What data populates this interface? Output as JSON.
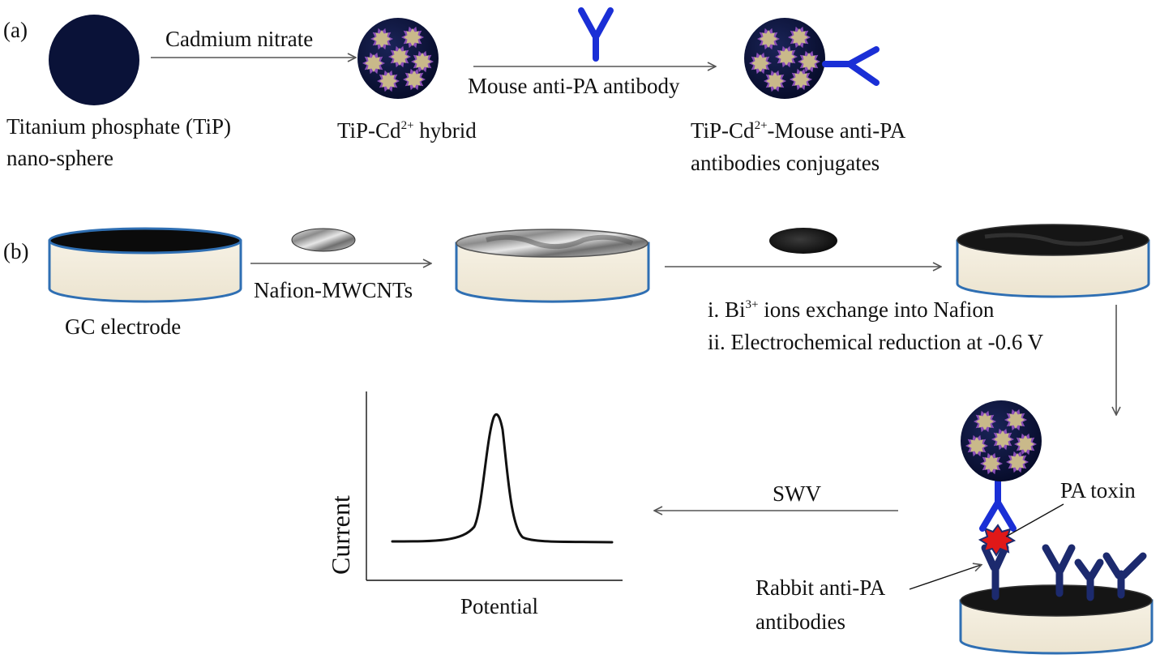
{
  "panel_a": {
    "label": "(a)",
    "sphere_label_line1": "Titanium phosphate (TiP)",
    "sphere_label_line2": "nano-sphere",
    "step1_label": "Cadmium nitrate",
    "hybrid_label_main": "TiP-Cd",
    "hybrid_label_sup": "2+",
    "hybrid_label_end": " hybrid",
    "step2_label": "Mouse anti-PA antibody",
    "conjugate_label_main": "TiP-Cd",
    "conjugate_label_sup": "2+",
    "conjugate_label_end": "-Mouse anti-PA",
    "conjugate_label_line2": "antibodies conjugates"
  },
  "panel_b": {
    "label": "(b)",
    "electrode_label": "GC electrode",
    "step1_label": "Nafion-MWCNTs",
    "step2_line1_main": "i. Bi",
    "step2_line1_sup": "3+",
    "step2_line1_end": " ions exchange into Nafion",
    "step2_line2": "ii. Electrochemical reduction at -0.6 V",
    "swv_label": "SWV",
    "pa_toxin_label": "PA toxin",
    "rabbit_label_line1": "Rabbit anti-PA",
    "rabbit_label_line2": "antibodies",
    "plot_ylabel": "Current",
    "plot_xlabel": "Potential"
  },
  "colors": {
    "nanosphere": "#0a1238",
    "cd_spot": "#c9b98a",
    "spike": "#8b4fb8",
    "antibody_mouse": "#1a2fd6",
    "antibody_rabbit": "#1c2a6e",
    "electrode_body": "#f4efe2",
    "electrode_rim": "#2f6fb3",
    "toxin": "#e01818",
    "arrow": "#555555"
  }
}
